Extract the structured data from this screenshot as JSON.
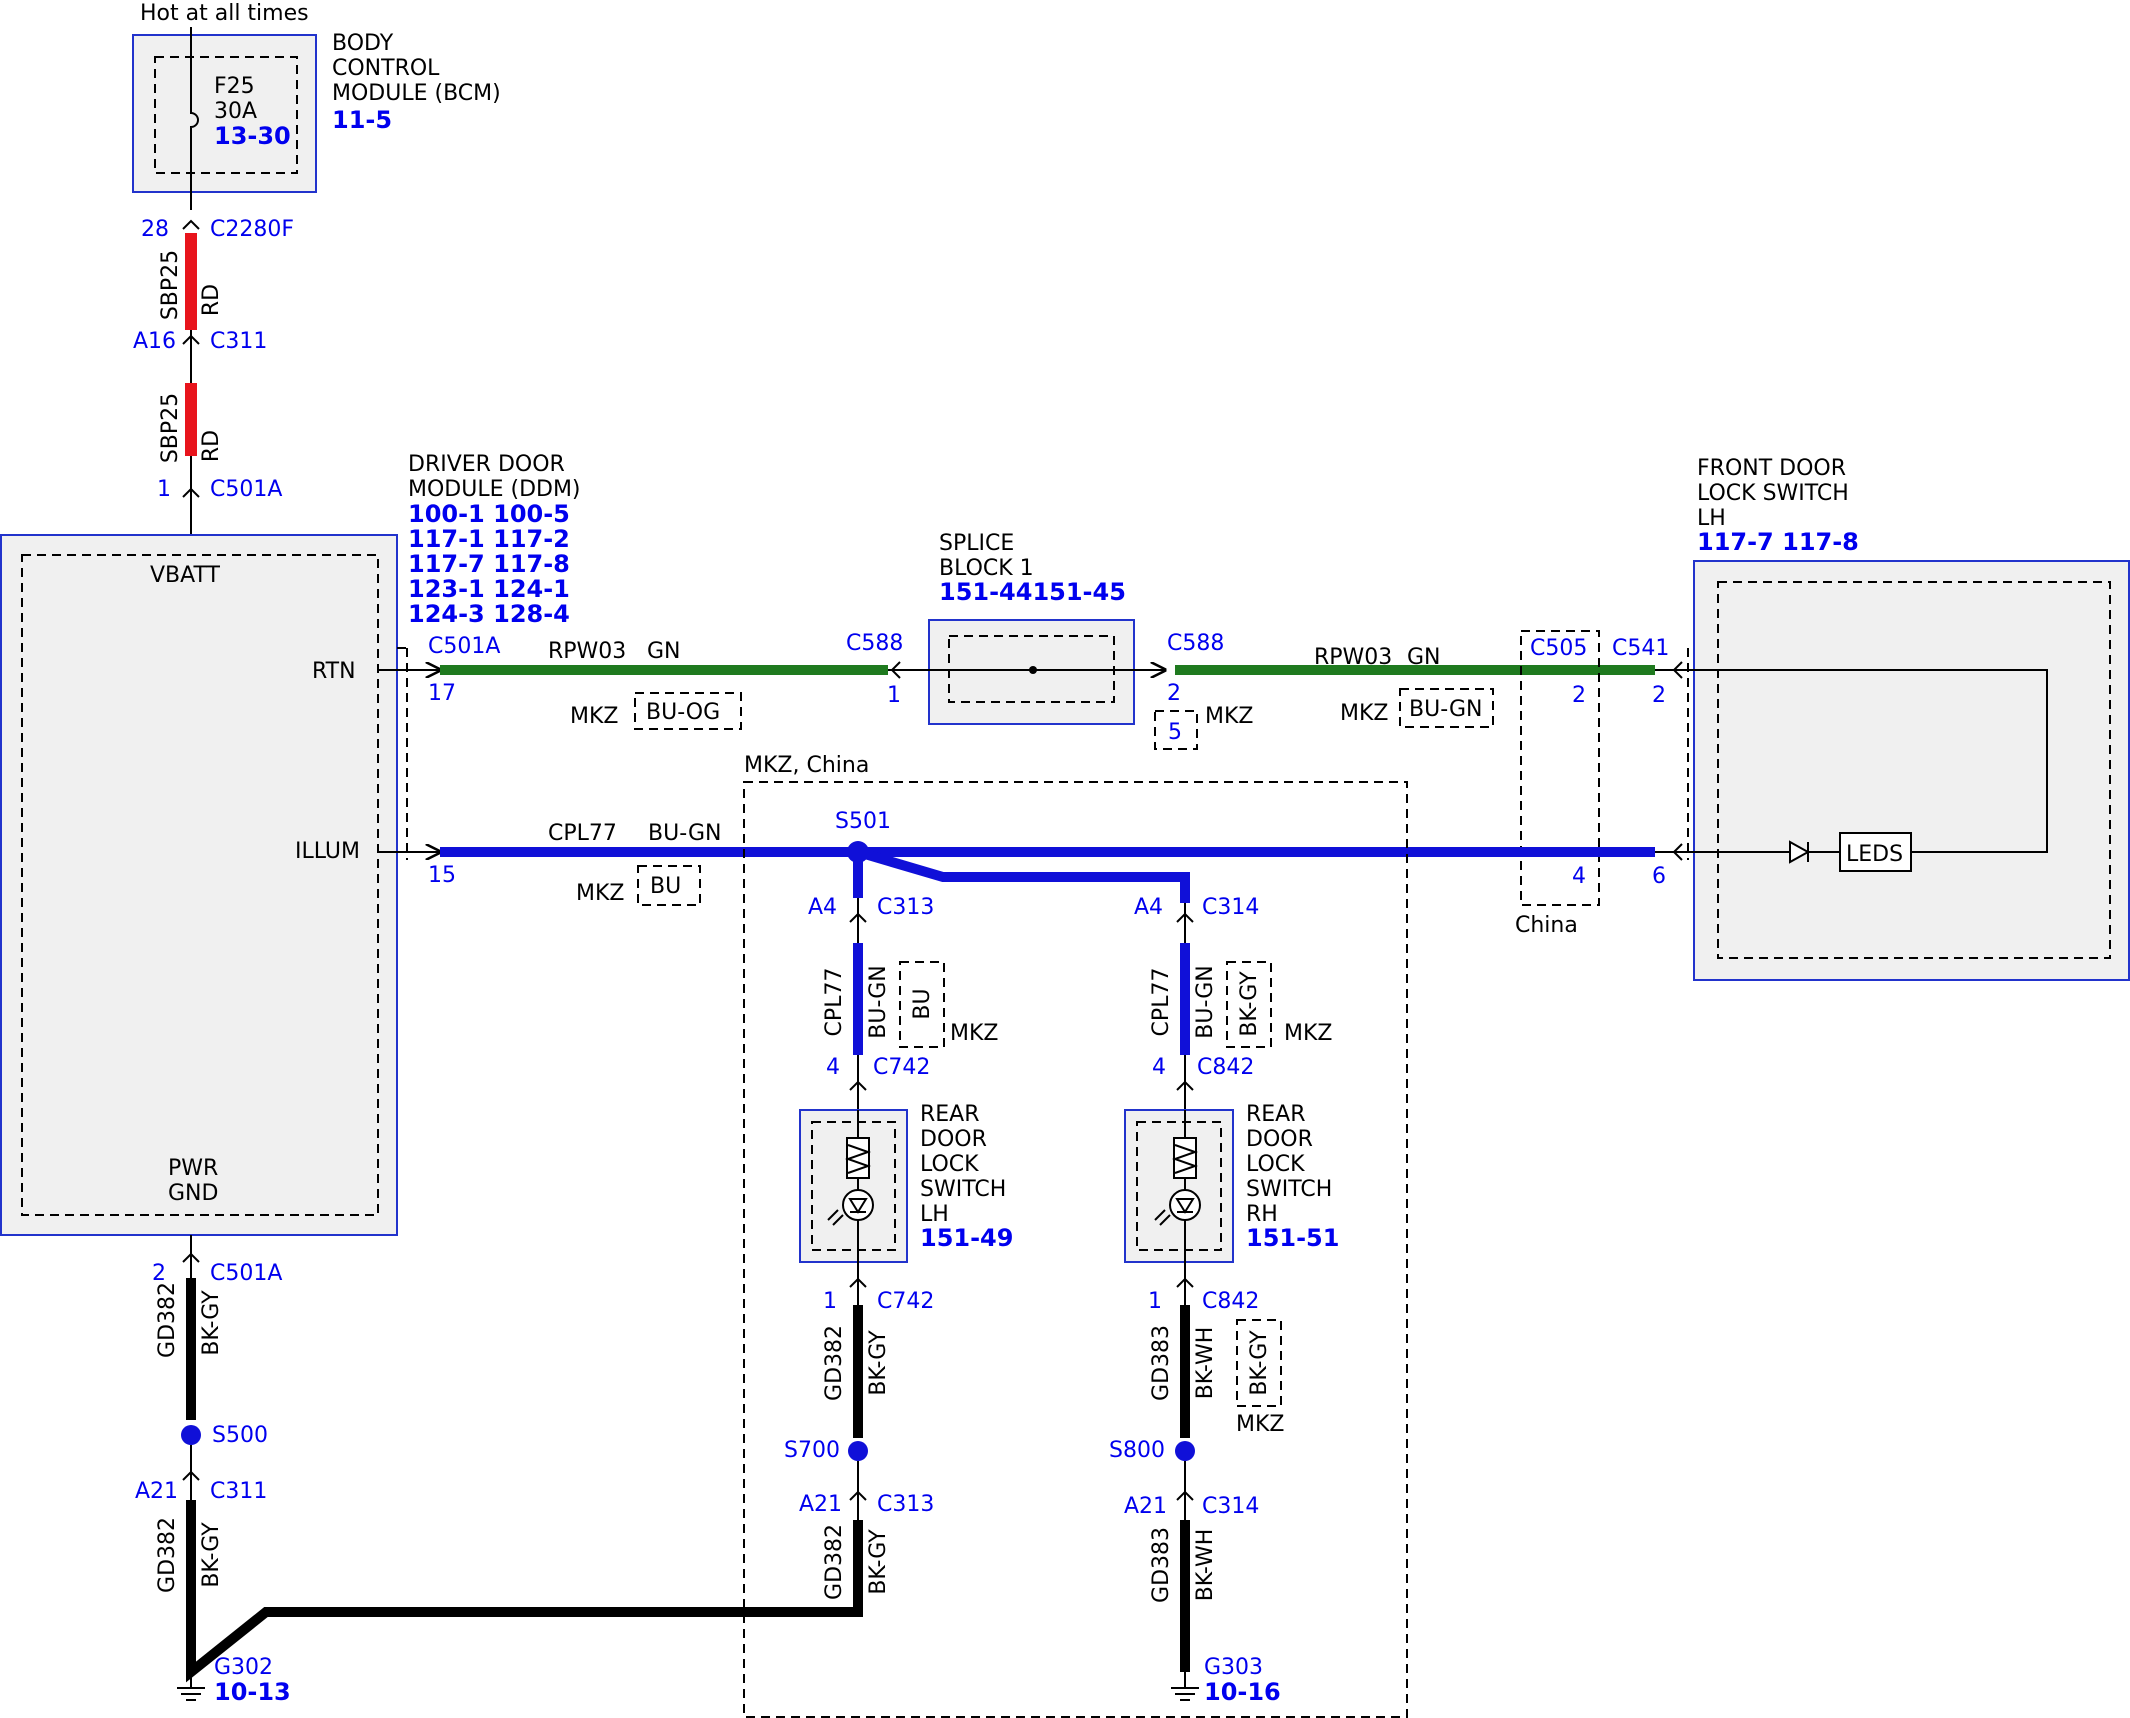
{
  "colors": {
    "red_wire": "#e8141c",
    "green_wire": "#1f7a1f",
    "blue_wire": "#1010d8",
    "black_wire": "#000000",
    "label_blue": "#0000ee",
    "module_border": "#2233cc",
    "module_fill": "#f0f0f0"
  },
  "header": {
    "hot_label": "Hot at all times"
  },
  "bcm": {
    "name_lines": [
      "BODY",
      "CONTROL",
      "MODULE (BCM)"
    ],
    "ref": "11-5",
    "fuse_id": "F25",
    "fuse_rating": "30A",
    "fuse_ref": "13-30"
  },
  "feed": {
    "c2280f_pin": "28",
    "c2280f": "C2280F",
    "circuit1": "SBP25",
    "color1": "RD",
    "c311_pin": "A16",
    "c311": "C311",
    "circuit2": "SBP25",
    "color2": "RD",
    "c501a_pin": "1",
    "c501a": "C501A"
  },
  "ddm": {
    "name_lines": [
      "DRIVER DOOR",
      "MODULE (DDM)"
    ],
    "refs": [
      "100-1 100-5",
      "117-1 117-2",
      "117-7 117-8",
      "123-1 124-1",
      "124-3 128-4"
    ],
    "vbatt": "VBATT",
    "rtn": "RTN",
    "illum": "ILLUM",
    "pwr": "PWR",
    "gnd": "GND"
  },
  "rtn_circuit": {
    "conn_left": "C501A",
    "pin_left": "17",
    "circuit": "RPW03",
    "color": "GN",
    "alt_label": "MKZ",
    "alt_color": "BU-OG",
    "conn_c588_left": "C588",
    "pin_c588_left": "1",
    "conn_c588_right": "C588",
    "pin_c588_right": "2",
    "alt_pin": "5",
    "alt_pin_label": "MKZ",
    "circuit_r": "RPW03",
    "color_r": "GN",
    "alt_label_r": "MKZ",
    "alt_color_r": "BU-GN",
    "c505": "C505",
    "c505_pin": "2",
    "c541": "C541",
    "c541_pin": "2"
  },
  "splice_block": {
    "name_lines": [
      "SPLICE",
      "BLOCK 1"
    ],
    "refs": "151-44151-45"
  },
  "front_switch": {
    "name_lines": [
      "FRONT DOOR",
      "LOCK SWITCH",
      "LH"
    ],
    "refs": "117-7 117-8",
    "leds": "LEDS"
  },
  "illum_circuit": {
    "pin_left": "15",
    "circuit": "CPL77",
    "color": "BU-GN",
    "alt_label": "MKZ",
    "alt_color": "BU",
    "splice": "S501",
    "c505_pin": "4",
    "c541_pin": "6",
    "region_label": "MKZ, China",
    "china_label": "China"
  },
  "rear_lh": {
    "c313_pin": "A4",
    "c313": "C313",
    "circuit": "CPL77",
    "color": "BU-GN",
    "alt_color": "BU",
    "alt_label": "MKZ",
    "c742_pin_top": "4",
    "c742_top": "C742",
    "name_lines": [
      "REAR",
      "DOOR",
      "LOCK",
      "SWITCH",
      "LH"
    ],
    "ref": "151-49",
    "c742_pin_bottom": "1",
    "c742_bottom": "C742",
    "gnd_circuit": "GD382",
    "gnd_color": "BK-GY",
    "splice": "S700",
    "c313b_pin": "A21",
    "c313b": "C313",
    "gnd_circuit2": "GD382",
    "gnd_color2": "BK-GY"
  },
  "rear_rh": {
    "c314_pin": "A4",
    "c314": "C314",
    "circuit": "CPL77",
    "color": "BU-GN",
    "alt_color": "BK-GY",
    "alt_label": "MKZ",
    "c842_pin_top": "4",
    "c842_top": "C842",
    "name_lines": [
      "REAR",
      "DOOR",
      "LOCK",
      "SWITCH",
      "RH"
    ],
    "ref": "151-51",
    "c842_pin_bottom": "1",
    "c842_bottom": "C842",
    "gnd_circuit": "GD383",
    "gnd_color": "BK-WH",
    "splice": "S800",
    "c314b_pin": "A21",
    "c314b": "C314",
    "gnd_circuit2": "GD383",
    "gnd_color2": "BK-WH",
    "ground": "G303",
    "ground_ref": "10-16"
  },
  "ddm_ground": {
    "c501a_pin": "2",
    "c501a": "C501A",
    "circuit": "GD382",
    "color": "BK-GY",
    "splice": "S500",
    "c311_pin": "A21",
    "c311": "C311",
    "circuit2": "GD382",
    "color2": "BK-GY",
    "ground": "G302",
    "ground_ref": "10-13"
  }
}
